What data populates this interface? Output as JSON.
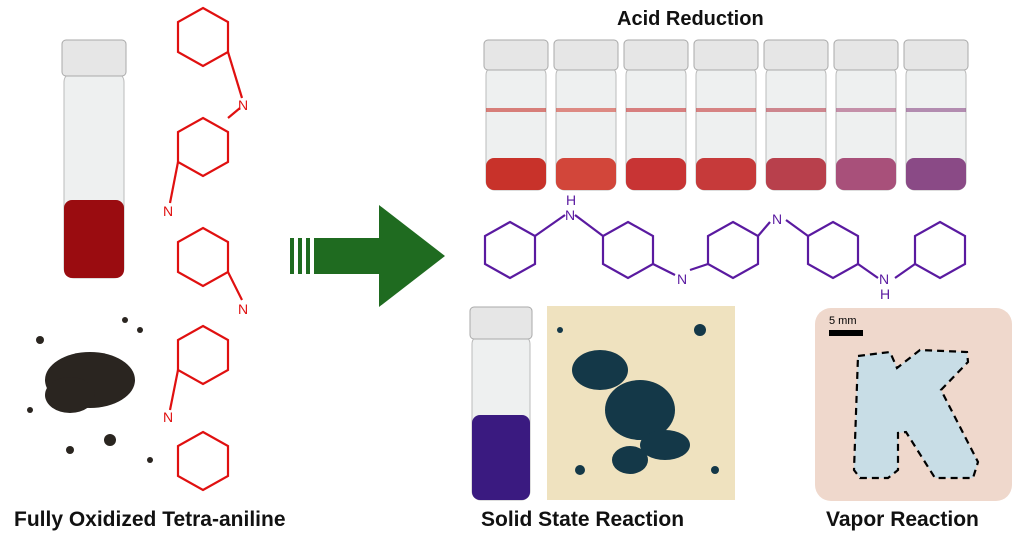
{
  "titles": {
    "acid": "Acid Reduction"
  },
  "labels": {
    "left": "Fully Oxidized Tetra-aniline",
    "solid": "Solid State Reaction",
    "vapor": "Vapor Reaction"
  },
  "scale_bar": "5 mm",
  "atoms": {
    "n": "N",
    "nh_h": "H"
  },
  "colors": {
    "oxidized": "#e01010",
    "reduced": "#5a1aa0",
    "arrow": "#1f6b20"
  },
  "acid_vials": [
    {
      "liquid": "#c8322a"
    },
    {
      "liquid": "#d2463a"
    },
    {
      "liquid": "#c83434"
    },
    {
      "liquid": "#c63a3a"
    },
    {
      "liquid": "#b8404c"
    },
    {
      "liquid": "#a8507a"
    },
    {
      "liquid": "#8a4a86"
    }
  ]
}
